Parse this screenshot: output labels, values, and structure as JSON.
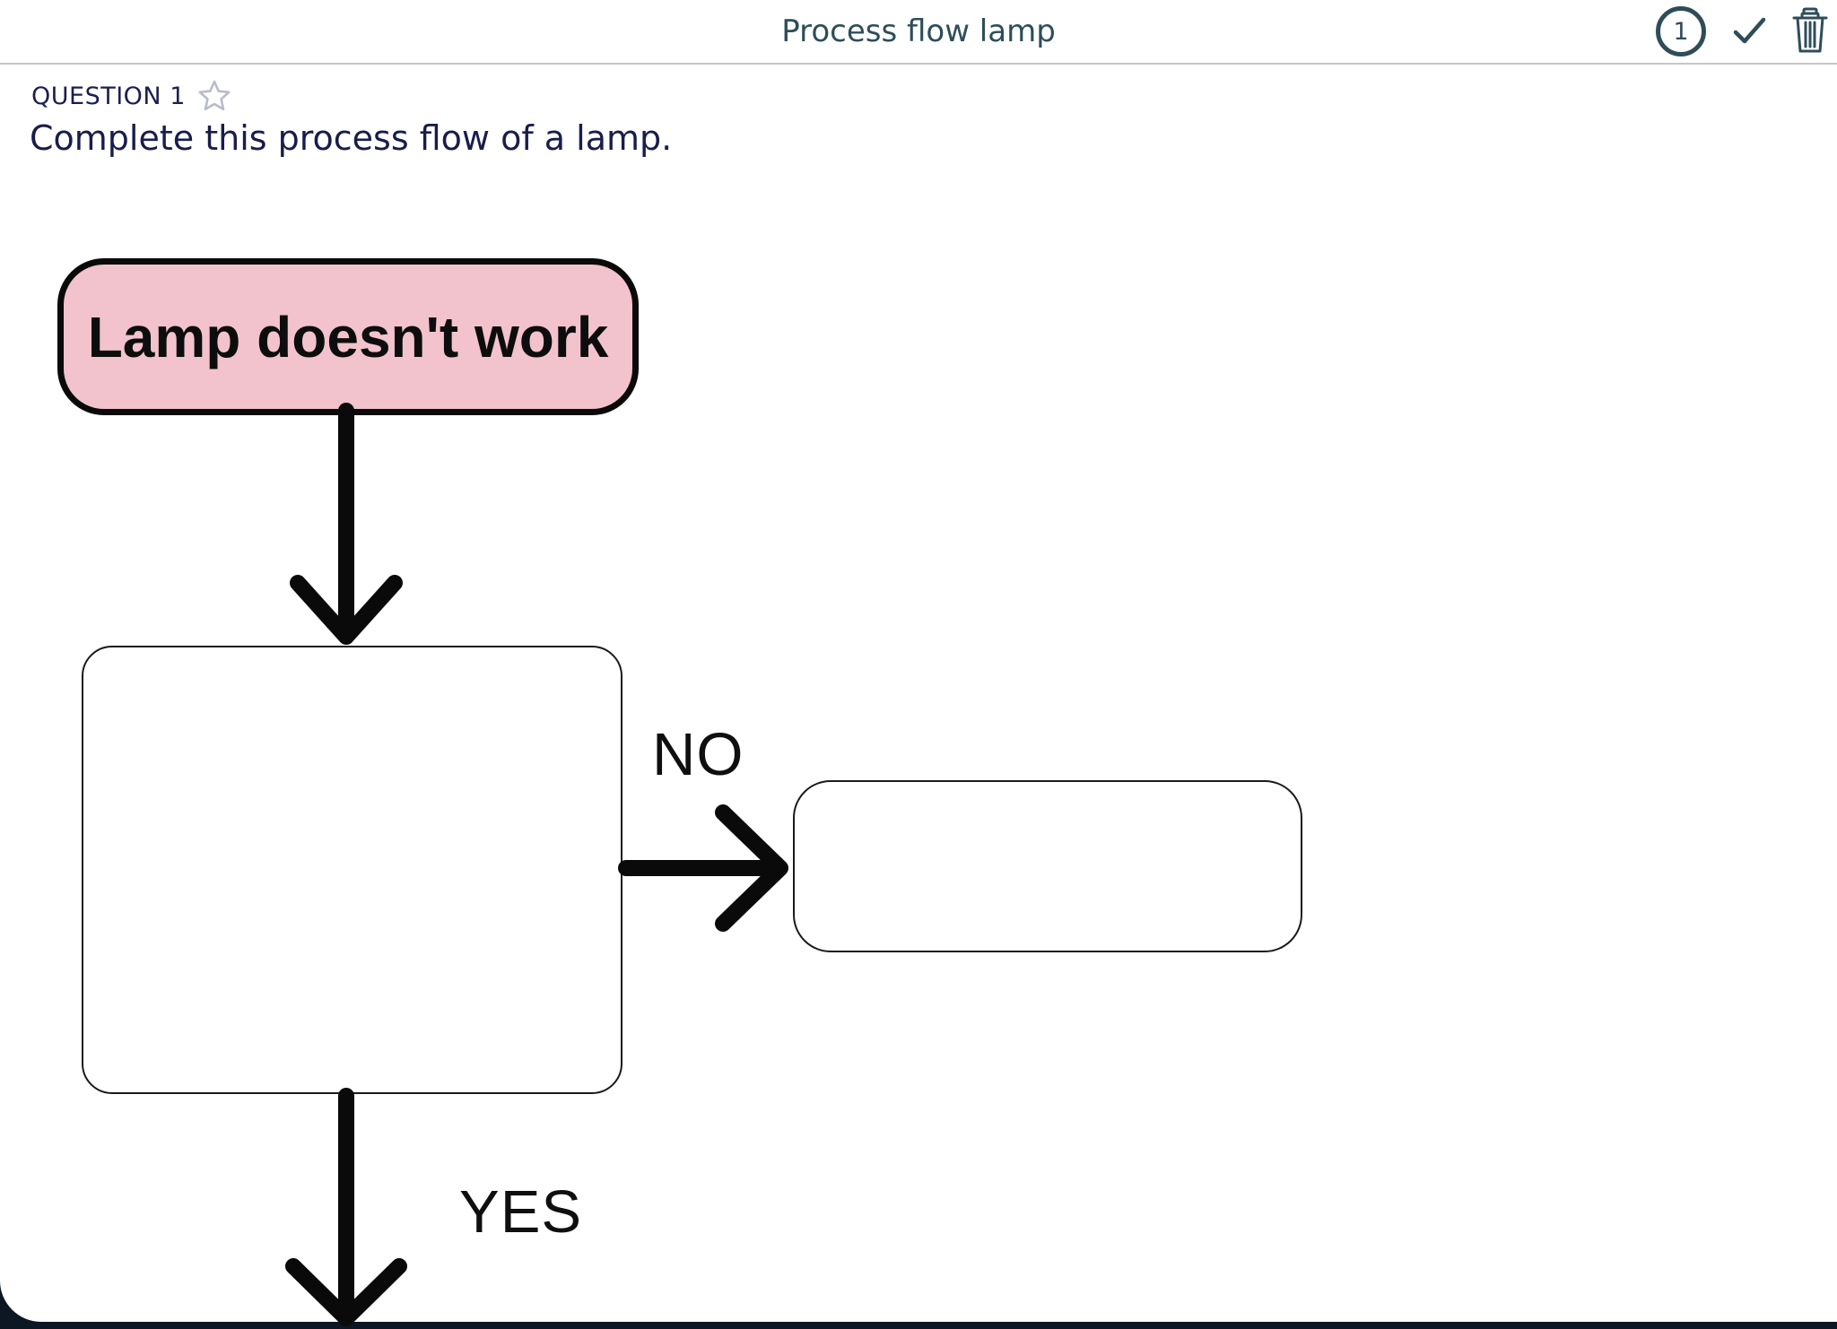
{
  "header": {
    "title": "Process flow lamp",
    "points_badge": "1"
  },
  "question": {
    "label": "QUESTION 1",
    "prompt": "Complete this process flow of a lamp."
  },
  "flowchart": {
    "start_node": "Lamp doesn't work",
    "decision_node": "",
    "no_result_node": "",
    "no_label": "NO",
    "yes_label": "YES"
  },
  "icons": {
    "bookmark_star": "star-outline",
    "points": "circled-number",
    "grade": "checkmark",
    "delete": "trash-can"
  },
  "colors": {
    "header_accent": "#2e4d59",
    "question_text": "#191d4a",
    "question_label": "#1b1f4e",
    "star_outline": "#b9bcc9",
    "start_node_fill": "#f2c3cd",
    "flow_ink": "#0a0a0a",
    "header_border": "#c6c6c6",
    "app_background": "#0d1623"
  }
}
